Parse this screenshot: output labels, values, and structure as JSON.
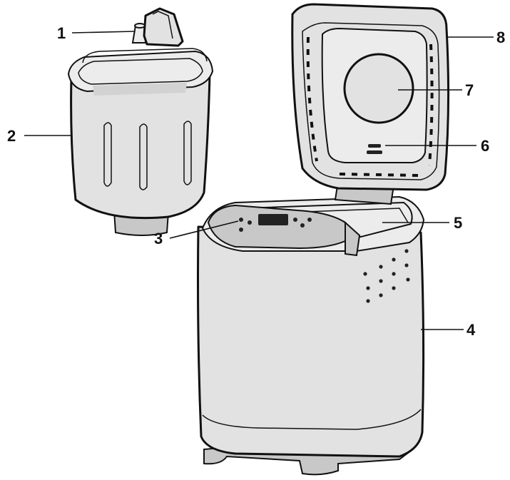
{
  "callouts": [
    {
      "number": "1",
      "part": "kneading-paddle"
    },
    {
      "number": "2",
      "part": "bread-pan"
    },
    {
      "number": "3",
      "part": "control-panel"
    },
    {
      "number": "4",
      "part": "housing"
    },
    {
      "number": "5",
      "part": "baking-chamber"
    },
    {
      "number": "6",
      "part": "lid-vent"
    },
    {
      "number": "7",
      "part": "viewing-window"
    },
    {
      "number": "8",
      "part": "lid"
    }
  ],
  "colors": {
    "outline": "#111111",
    "body_fill": "#e2e2e2",
    "background": "#ffffff"
  }
}
